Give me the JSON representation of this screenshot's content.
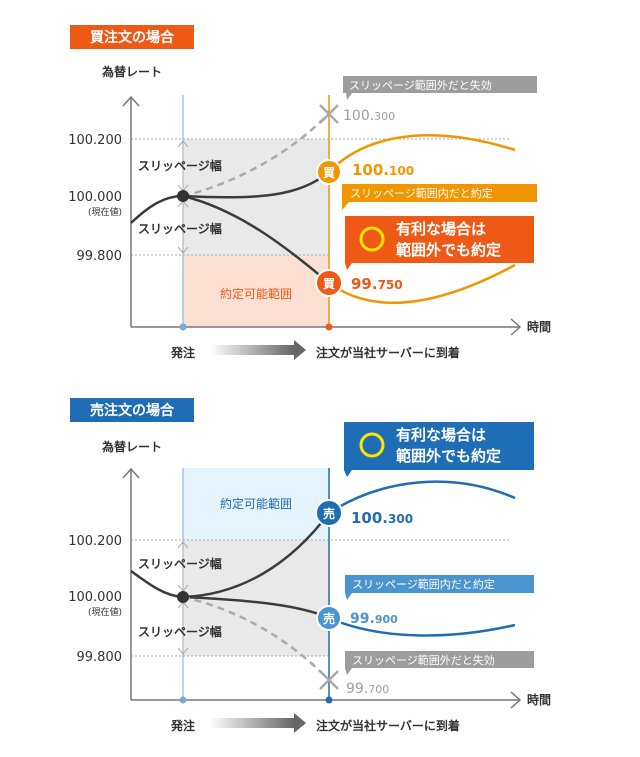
{
  "colors": {
    "buy_accent": "#ee5a16",
    "buy_curve": "#f29600",
    "sell_accent": "#1f6db4",
    "sell_curve_light": "#4a94d0",
    "gray_label": "#9d9d9d",
    "band_gray": "#e9e9e9",
    "buy_range_fill": "#fde0d4",
    "sell_range_fill": "#e4f3fc",
    "axis": "#777777",
    "dark_curve": "#3c3c3c"
  },
  "buy": {
    "title": "買注文の場合",
    "axis_y": "為替レート",
    "axis_x": "時間",
    "tick_upper": "100.200",
    "tick_mid": "100.000",
    "tick_mid_sub": "(現在値)",
    "tick_lower": "99.800",
    "slippage_upper": "スリッページ幅",
    "slippage_lower": "スリッページ幅",
    "fail_tag": "スリッページ範囲外だと失効",
    "fail_val_main": "100.",
    "fail_val_tail": "300",
    "ok_val_main": "100.",
    "ok_val_tail": "100",
    "ok_tag": "スリッページ範囲内だと約定",
    "ok_badge": "買",
    "fav_line1": "有利な場合は",
    "fav_line2": "範囲外でも約定",
    "fav_badge": "買",
    "fav_val_main": "99.",
    "fav_val_tail": "750",
    "range_label": "約定可能範囲",
    "order_label": "発注",
    "arrival_label": "注文が当社サーバーに到着"
  },
  "sell": {
    "title": "売注文の場合",
    "axis_y": "為替レート",
    "axis_x": "時間",
    "tick_upper": "100.200",
    "tick_mid": "100.000",
    "tick_mid_sub": "(現在値)",
    "tick_lower": "99.800",
    "slippage_upper": "スリッページ幅",
    "slippage_lower": "スリッページ幅",
    "fav_line1": "有利な場合は",
    "fav_line2": "範囲外でも約定",
    "range_label": "約定可能範囲",
    "fav_badge": "売",
    "fav_val_main": "100.",
    "fav_val_tail": "300",
    "ok_tag": "スリッページ範囲内だと約定",
    "ok_badge": "売",
    "ok_val_main": "99.",
    "ok_val_tail": "900",
    "fail_tag": "スリッページ範囲外だと失効",
    "fail_val_main": "99.",
    "fail_val_tail": "700",
    "order_label": "発注",
    "arrival_label": "注文が当社サーバーに到着"
  }
}
